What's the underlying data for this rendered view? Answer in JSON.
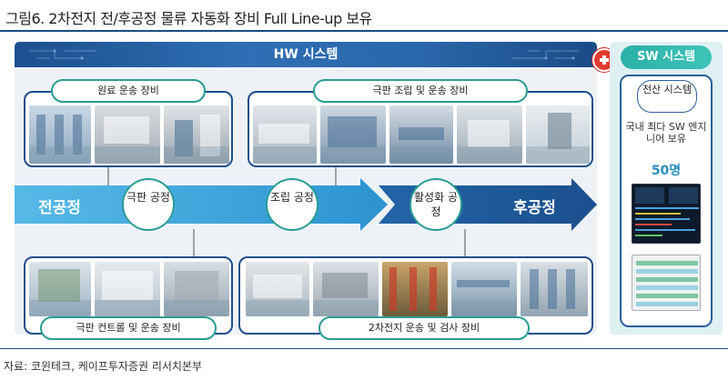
{
  "header": {
    "title": "그림6. 2차전지 전/후공정 물류 자동화 장비 Full Line-up 보유"
  },
  "hw": {
    "title": "HW 시스템"
  },
  "sw": {
    "title": "SW 시스템",
    "pill": "전산 시스템",
    "desc": "국내 최다 SW 엔지니어 보유",
    "count": "50명"
  },
  "groups": {
    "raw": "원료 운송 장비",
    "electrode_assembly": "극판 조립 및 운송 장비",
    "electrode_control": "극판 컨트롤 및 운송 장비",
    "battery_inspection": "2차전지 운송 및 검사 장비"
  },
  "flow": {
    "front": "전공정",
    "back": "후공정",
    "step1": "극판 공정",
    "step2": "조립 공정",
    "step3": "활성화 공정"
  },
  "footer": {
    "source": "자료: 코윈테크, 케이프투자증권 리서치본부"
  }
}
